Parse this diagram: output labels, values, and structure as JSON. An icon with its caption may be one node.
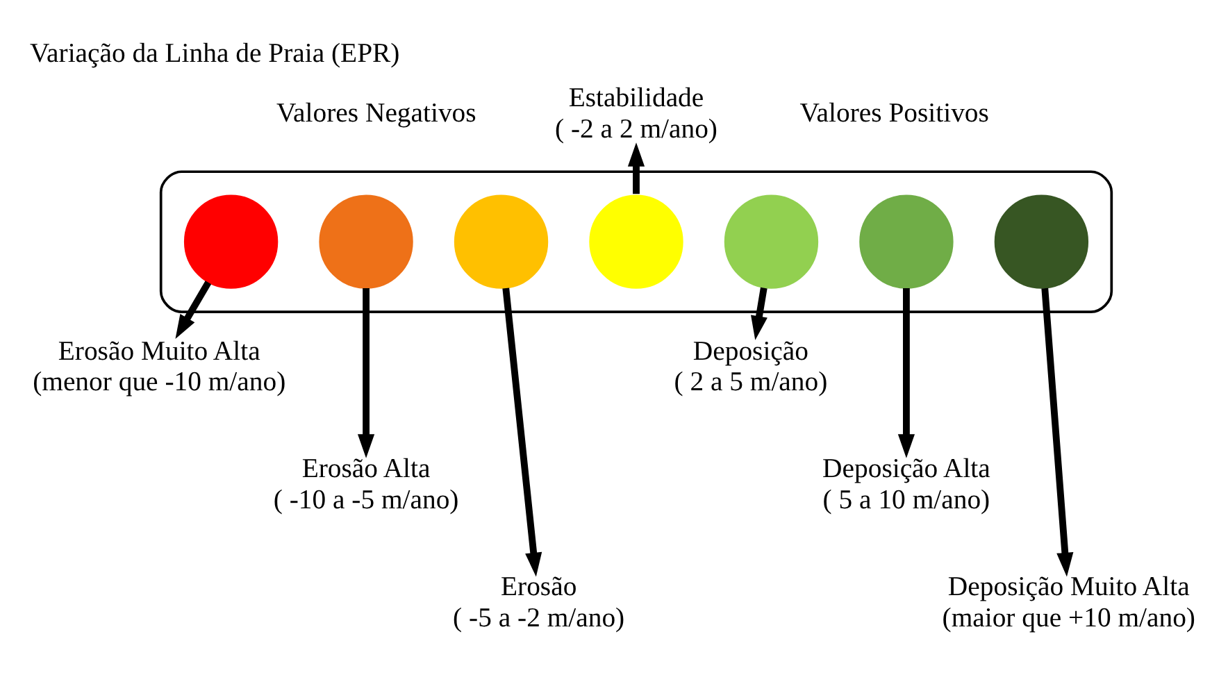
{
  "diagram": {
    "title": "Variação da Linha de Praia (EPR)",
    "nodes": [
      {
        "text": [],
        "shape": "box"
      },
      {
        "text": [],
        "shape": "circle",
        "in": 0
      },
      {
        "text": [],
        "shape": "circle",
        "in": 0
      },
      {
        "text": [],
        "shape": "circle",
        "in": 0
      },
      {
        "text": [],
        "shape": "circle",
        "in": 0
      },
      {
        "text": [],
        "shape": "circle",
        "in": 0
      },
      {
        "text": [],
        "shape": "circle",
        "in": 0
      },
      {
        "text": [],
        "shape": "circle",
        "in": 0
      },
      {
        "text": [
          "Estabilidade",
          "( -2 a 2 m/ano)"
        ]
      },
      {
        "text": [
          "Erosão Muito Alta",
          "(menor que -10 m/ano)"
        ]
      },
      {
        "text": [
          "Erosão Alta",
          "( -10 a -5 m/ano)"
        ]
      },
      {
        "text": [
          "Erosão",
          "( -5 a -2 m/ano)"
        ]
      },
      {
        "text": [
          "Deposição",
          "( 2 a 5 m/ano)"
        ]
      },
      {
        "text": [
          "Deposição Alta",
          "( 5 a 10 m/ano)"
        ]
      },
      {
        "text": [
          "Deposição Muito Alta",
          "(maior que +10 m/ano)"
        ]
      }
    ],
    "edges": [
      {
        "from": 4,
        "to": 8,
        "arrow": "to"
      },
      {
        "from": 1,
        "to": 9,
        "arrow": "to"
      },
      {
        "from": 2,
        "to": 10,
        "arrow": "to"
      },
      {
        "from": 3,
        "to": 11,
        "arrow": "to"
      },
      {
        "from": 5,
        "to": 12,
        "arrow": "to"
      },
      {
        "from": 6,
        "to": 13,
        "arrow": "to"
      },
      {
        "from": 7,
        "to": 14,
        "arrow": "to"
      }
    ],
    "labels": [
      "Valores Negativos",
      "Valores Positivos"
    ]
  }
}
